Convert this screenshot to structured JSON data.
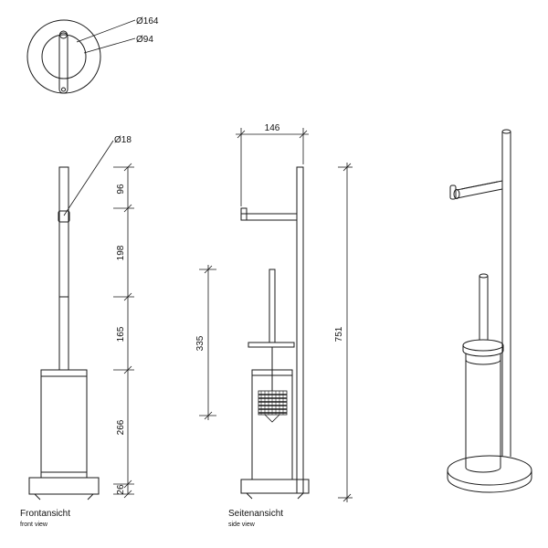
{
  "top_view": {
    "outer_diameter": "Ø164",
    "inner_diameter": "Ø94"
  },
  "front_view": {
    "rod_diameter": "Ø18",
    "dimensions": [
      "96",
      "198",
      "165",
      "266",
      "26"
    ],
    "title": "Frontansicht",
    "subtitle": "front view"
  },
  "side_view": {
    "width": "146",
    "brush_height": "335",
    "total_height": "751",
    "title": "Seitenansicht",
    "subtitle": "side view"
  }
}
